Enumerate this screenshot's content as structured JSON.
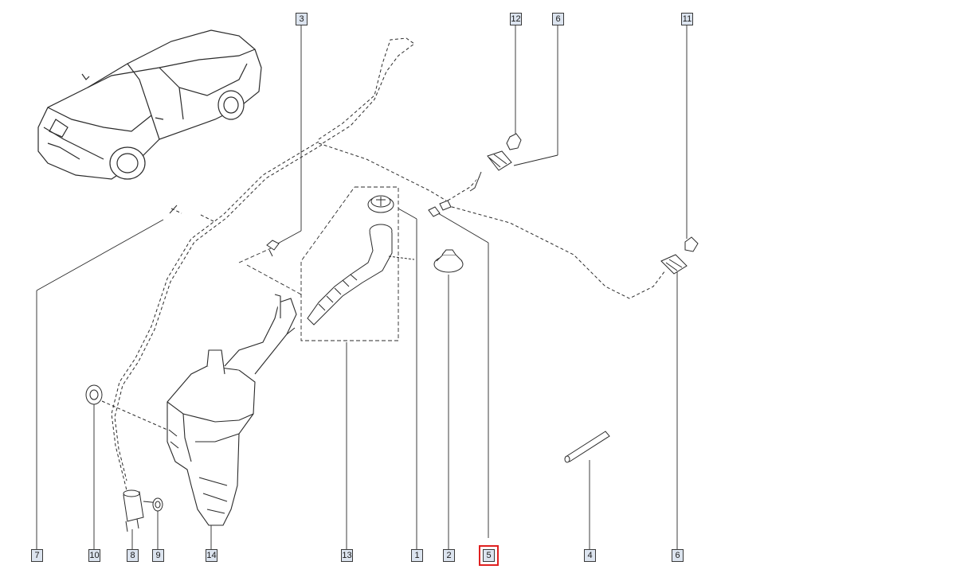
{
  "diagram": {
    "callouts": [
      {
        "id": "c3",
        "label": "3"
      },
      {
        "id": "c12",
        "label": "12"
      },
      {
        "id": "c6t",
        "label": "6"
      },
      {
        "id": "c11",
        "label": "11"
      },
      {
        "id": "c7",
        "label": "7"
      },
      {
        "id": "c10",
        "label": "10"
      },
      {
        "id": "c8",
        "label": "8"
      },
      {
        "id": "c9",
        "label": "9"
      },
      {
        "id": "c14",
        "label": "14"
      },
      {
        "id": "c13",
        "label": "13"
      },
      {
        "id": "c1",
        "label": "1"
      },
      {
        "id": "c2",
        "label": "2"
      },
      {
        "id": "c5",
        "label": "5"
      },
      {
        "id": "c4",
        "label": "4"
      },
      {
        "id": "c6b",
        "label": "6"
      }
    ],
    "selected_callout": "5",
    "highlight_color": "#e02020",
    "callout_fill": "#dce4ef",
    "line_color": "#2a2a2a"
  }
}
